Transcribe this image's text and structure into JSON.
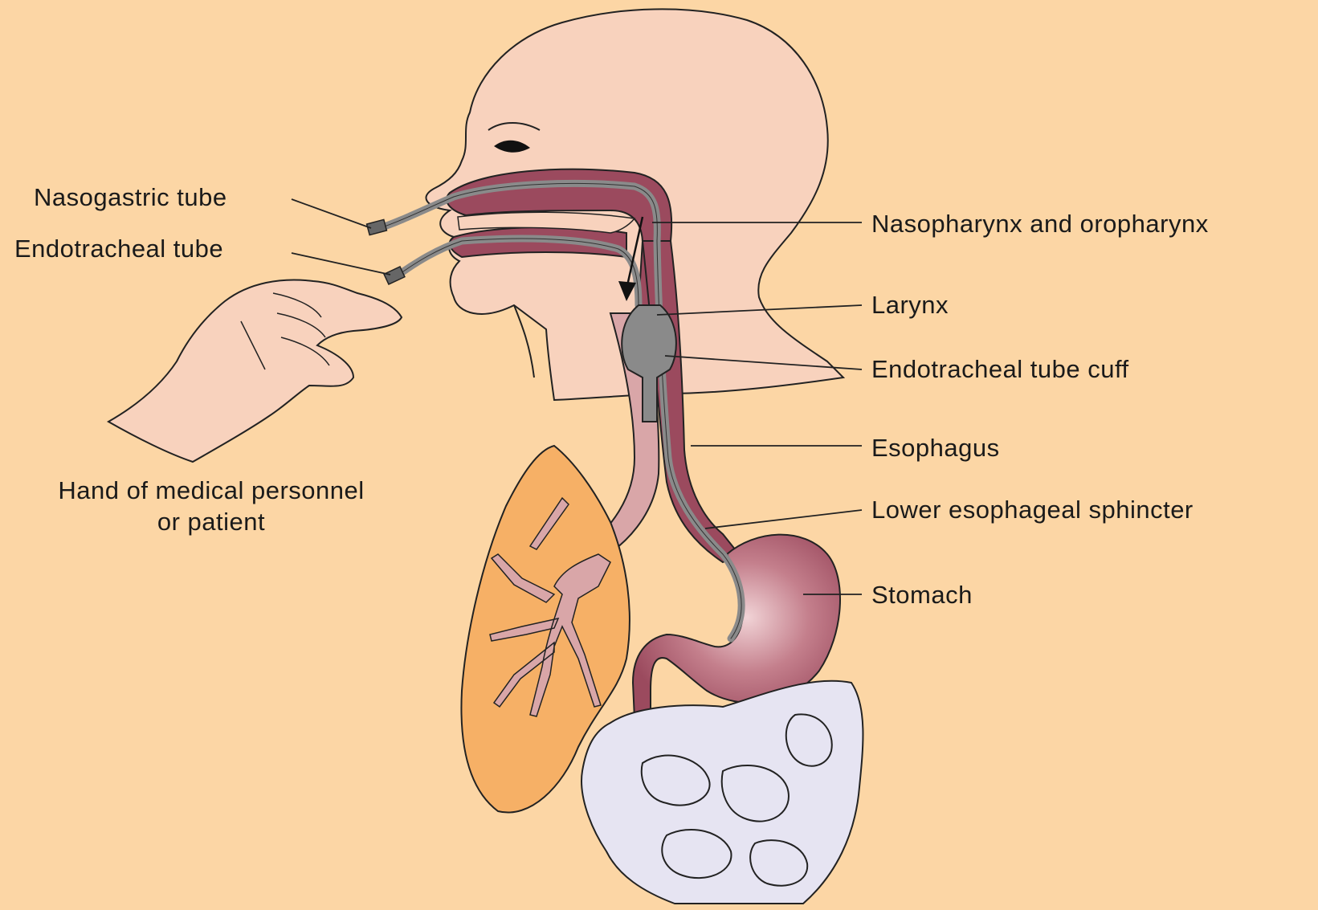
{
  "labels": {
    "nasogastric_tube": "Nasogastric tube",
    "endotracheal_tube": "Endotracheal tube",
    "hand_line1": "Hand of medical personnel",
    "hand_line2": "or patient",
    "nasopharynx": "Nasopharynx and oropharynx",
    "larynx": "Larynx",
    "cuff": "Endotracheal tube cuff",
    "esophagus": "Esophagus",
    "les": "Lower esophageal sphincter",
    "stomach": "Stomach"
  },
  "colors": {
    "background": "#fcd6a5",
    "skin": "#f8d2bd",
    "tract": "#9b4a5e",
    "trachea": "#d9a6a8",
    "tube": "#8a8a8a",
    "lung": "#f6b066",
    "intestine": "#e6e4f2"
  }
}
